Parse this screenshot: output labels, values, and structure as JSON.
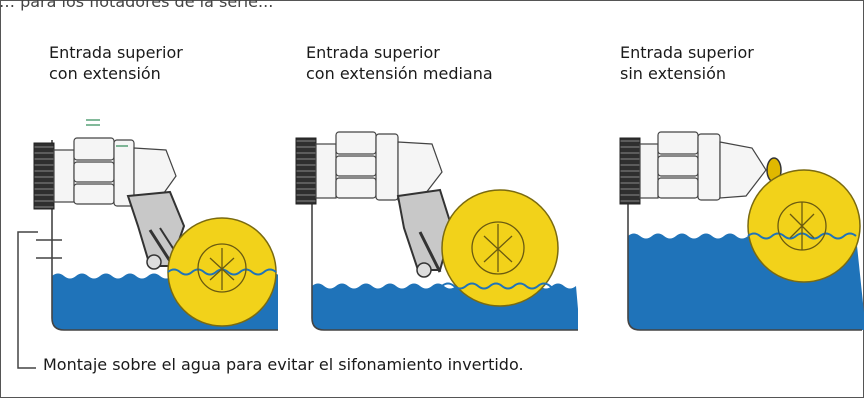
{
  "top_cut_text": "… para los flotadores de la serie...",
  "panels": [
    {
      "line1": "Entrada superior",
      "line2": "con extensión"
    },
    {
      "line1": "Entrada superior",
      "line2": "con extensión mediana"
    },
    {
      "line1": "Entrada superior",
      "line2": "sin extensión"
    }
  ],
  "caption": "Montaje sobre el agua para evitar el sifonamiento invertido.",
  "colors": {
    "water": "#1f73b9",
    "float": "#f2d21a",
    "valve_body": "#f4f4f4",
    "thread": "#333333",
    "outline": "#444444",
    "green_marker": "#2e8a57"
  }
}
